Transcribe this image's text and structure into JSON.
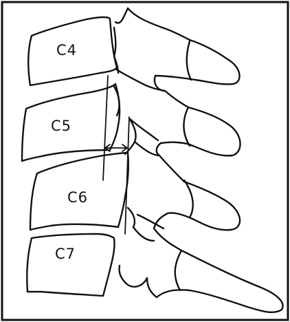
{
  "figure": {
    "vertebrae": [
      {
        "id": "c4",
        "label": "C4"
      },
      {
        "id": "c5",
        "label": "C5"
      },
      {
        "id": "c6",
        "label": "C6"
      },
      {
        "id": "c7",
        "label": "C7"
      }
    ]
  }
}
